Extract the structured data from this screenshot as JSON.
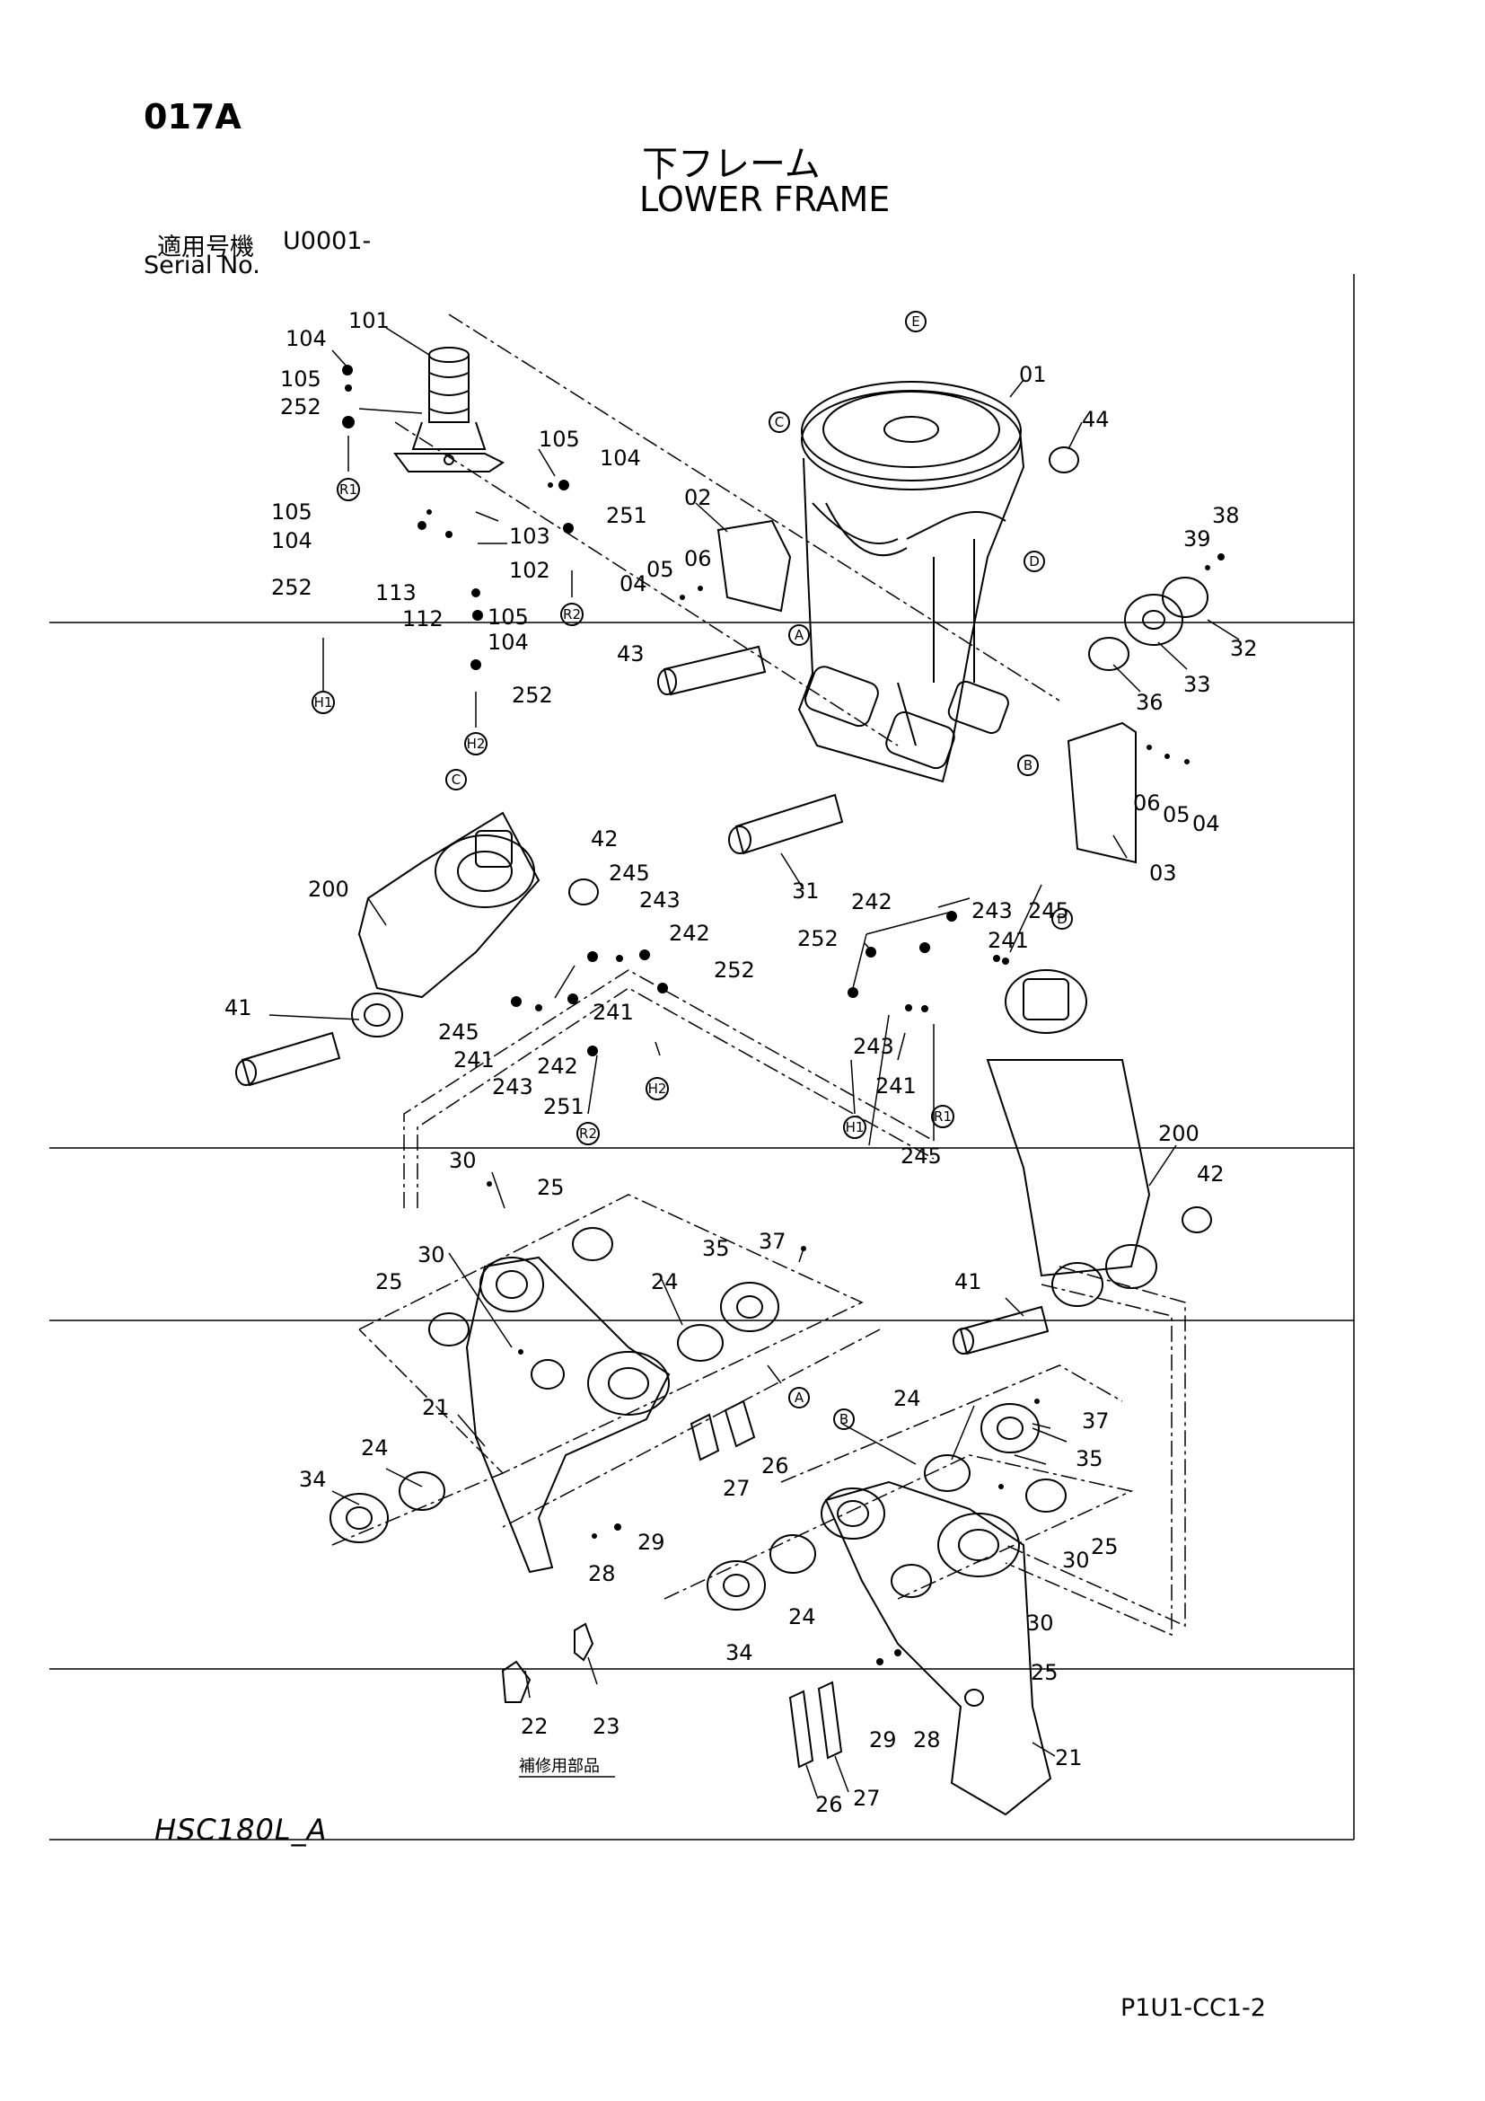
{
  "header": {
    "page_code": "017A",
    "title_jp": "下フレーム",
    "title_en": "LOWER FRAME",
    "serial_label_jp": "適用号機",
    "serial_value": "U0001-",
    "serial_label_en": "Serial No."
  },
  "footer": {
    "model": "HSC180L_A",
    "code": "P1U1-CC1-2"
  },
  "note_jp": "補修用部品",
  "callouts": [
    {
      "id": "c1",
      "text": "104"
    },
    {
      "id": "c2",
      "text": "101"
    },
    {
      "id": "c3",
      "text": "105"
    },
    {
      "id": "c4",
      "text": "252"
    },
    {
      "id": "c5",
      "text": "105"
    },
    {
      "id": "c6",
      "text": "104"
    },
    {
      "id": "c7",
      "text": "105"
    },
    {
      "id": "c8",
      "text": "104"
    },
    {
      "id": "c9",
      "text": "103"
    },
    {
      "id": "c10",
      "text": "102"
    },
    {
      "id": "c11",
      "text": "251"
    },
    {
      "id": "c12",
      "text": "252"
    },
    {
      "id": "c13",
      "text": "113"
    },
    {
      "id": "c14",
      "text": "112"
    },
    {
      "id": "c15",
      "text": "105"
    },
    {
      "id": "c16",
      "text": "104"
    },
    {
      "id": "c17",
      "text": "252"
    },
    {
      "id": "c18",
      "text": "02"
    },
    {
      "id": "c19",
      "text": "05"
    },
    {
      "id": "c20",
      "text": "06"
    },
    {
      "id": "c21",
      "text": "04"
    },
    {
      "id": "c22",
      "text": "43"
    },
    {
      "id": "c23",
      "text": "01"
    },
    {
      "id": "c24",
      "text": "44"
    },
    {
      "id": "c25",
      "text": "38"
    },
    {
      "id": "c26",
      "text": "39"
    },
    {
      "id": "c27",
      "text": "32"
    },
    {
      "id": "c28",
      "text": "33"
    },
    {
      "id": "c29",
      "text": "36"
    },
    {
      "id": "c30",
      "text": "06"
    },
    {
      "id": "c31",
      "text": "05"
    },
    {
      "id": "c32",
      "text": "04"
    },
    {
      "id": "c33",
      "text": "03"
    },
    {
      "id": "c34",
      "text": "31"
    },
    {
      "id": "c35",
      "text": "42"
    },
    {
      "id": "c36",
      "text": "245"
    },
    {
      "id": "c37",
      "text": "243"
    },
    {
      "id": "c38",
      "text": "242"
    },
    {
      "id": "c39",
      "text": "252"
    },
    {
      "id": "c40",
      "text": "200"
    },
    {
      "id": "c41",
      "text": "41"
    },
    {
      "id": "c42",
      "text": "241"
    },
    {
      "id": "c43",
      "text": "245"
    },
    {
      "id": "c44",
      "text": "241"
    },
    {
      "id": "c45",
      "text": "243"
    },
    {
      "id": "c46",
      "text": "242"
    },
    {
      "id": "c47",
      "text": "251"
    },
    {
      "id": "c48",
      "text": "242"
    },
    {
      "id": "c49",
      "text": "243"
    },
    {
      "id": "c50",
      "text": "245"
    },
    {
      "id": "c51",
      "text": "241"
    },
    {
      "id": "c52",
      "text": "252"
    },
    {
      "id": "c53",
      "text": "243"
    },
    {
      "id": "c54",
      "text": "241"
    },
    {
      "id": "c55",
      "text": "245"
    },
    {
      "id": "c56",
      "text": "200"
    },
    {
      "id": "c57",
      "text": "42"
    },
    {
      "id": "c58",
      "text": "41"
    },
    {
      "id": "c59",
      "text": "30"
    },
    {
      "id": "c60",
      "text": "25"
    },
    {
      "id": "c61",
      "text": "30"
    },
    {
      "id": "c62",
      "text": "25"
    },
    {
      "id": "c63",
      "text": "24"
    },
    {
      "id": "c64",
      "text": "35"
    },
    {
      "id": "c65",
      "text": "37"
    },
    {
      "id": "c66",
      "text": "21"
    },
    {
      "id": "c67",
      "text": "24"
    },
    {
      "id": "c68",
      "text": "34"
    },
    {
      "id": "c69",
      "text": "26"
    },
    {
      "id": "c70",
      "text": "27"
    },
    {
      "id": "c71",
      "text": "29"
    },
    {
      "id": "c72",
      "text": "28"
    },
    {
      "id": "c73",
      "text": "22"
    },
    {
      "id": "c74",
      "text": "23"
    },
    {
      "id": "c75",
      "text": "24"
    },
    {
      "id": "c76",
      "text": "37"
    },
    {
      "id": "c77",
      "text": "35"
    },
    {
      "id": "c78",
      "text": "25"
    },
    {
      "id": "c79",
      "text": "30"
    },
    {
      "id": "c80",
      "text": "24"
    },
    {
      "id": "c81",
      "text": "34"
    },
    {
      "id": "c82",
      "text": "30"
    },
    {
      "id": "c83",
      "text": "25"
    },
    {
      "id": "c84",
      "text": "29"
    },
    {
      "id": "c85",
      "text": "28"
    },
    {
      "id": "c86",
      "text": "21"
    },
    {
      "id": "c87",
      "text": "26"
    },
    {
      "id": "c88",
      "text": "27"
    }
  ],
  "reference_marks": [
    {
      "id": "r1",
      "text": "E"
    },
    {
      "id": "r2",
      "text": "C"
    },
    {
      "id": "r3",
      "text": "D"
    },
    {
      "id": "r4",
      "text": "A"
    },
    {
      "id": "r5",
      "text": "B"
    },
    {
      "id": "r6",
      "text": "R1"
    },
    {
      "id": "r7",
      "text": "R2"
    },
    {
      "id": "r8",
      "text": "H1"
    },
    {
      "id": "r9",
      "text": "H2"
    },
    {
      "id": "r10",
      "text": "C"
    },
    {
      "id": "r11",
      "text": "D"
    },
    {
      "id": "r12",
      "text": "H2"
    },
    {
      "id": "r13",
      "text": "R2"
    },
    {
      "id": "r14",
      "text": "H1"
    },
    {
      "id": "r15",
      "text": "R1"
    },
    {
      "id": "r16",
      "text": "A"
    },
    {
      "id": "r17",
      "text": "B"
    }
  ]
}
